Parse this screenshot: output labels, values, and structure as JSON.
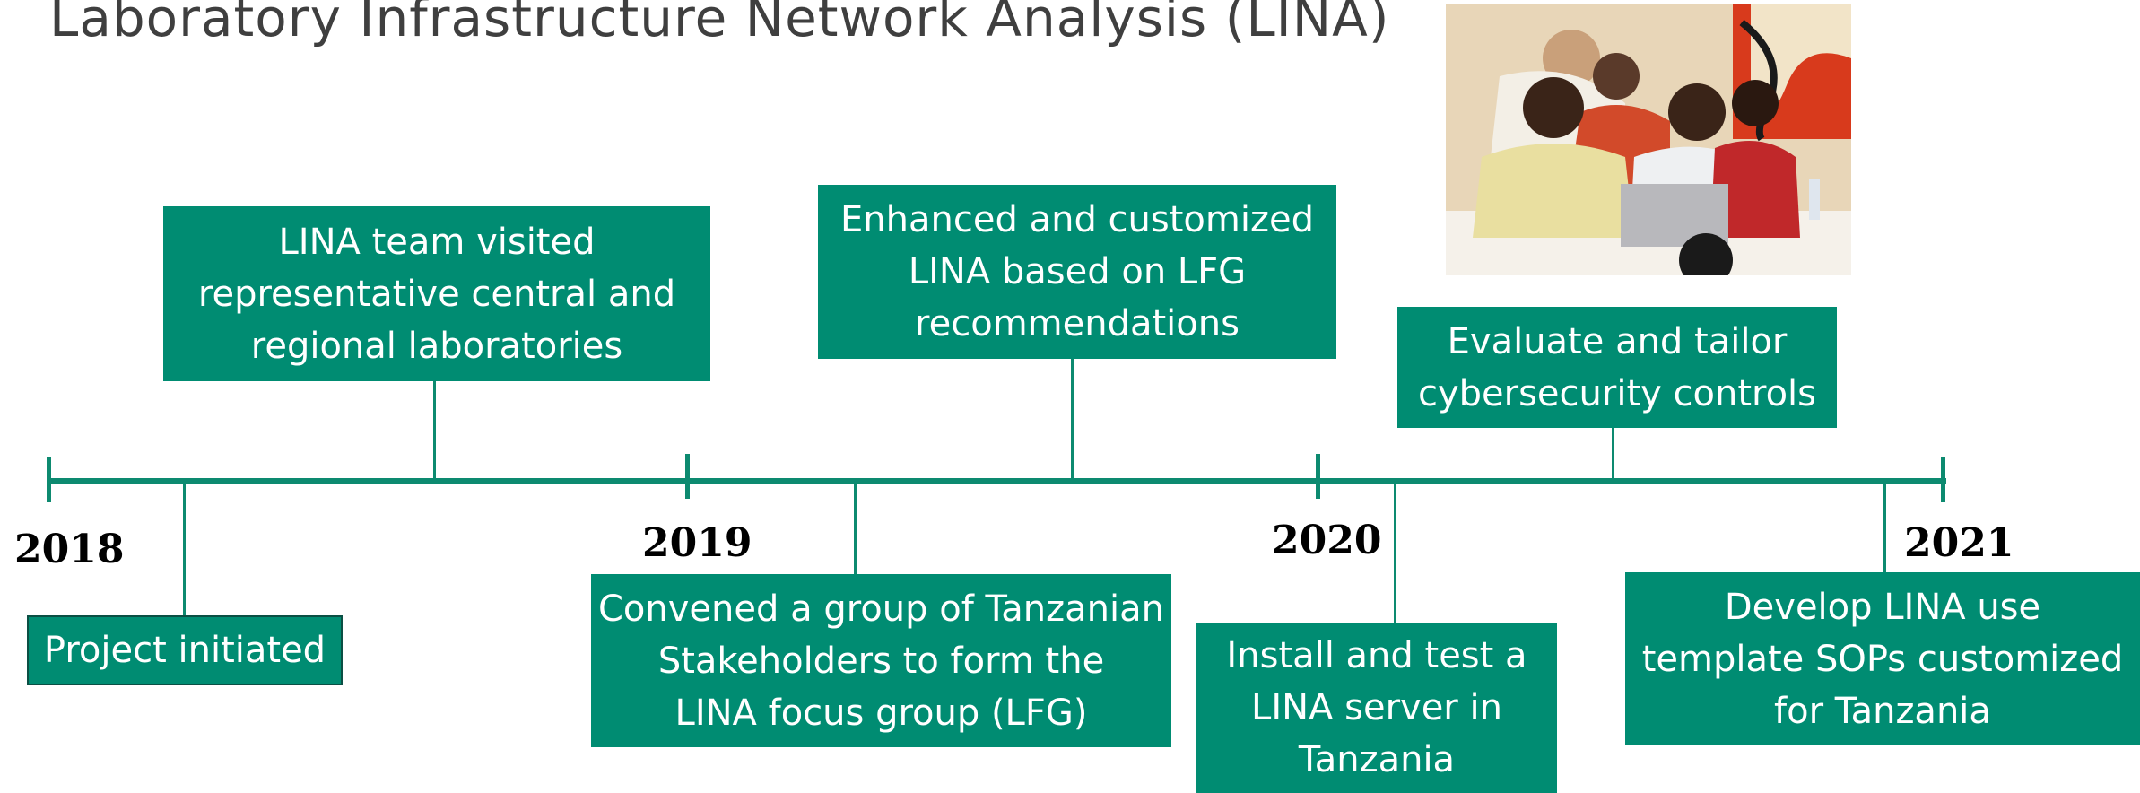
{
  "title": "Laboratory Infrastructure Network Analysis (LINA)",
  "colors": {
    "box": "#008c72",
    "line": "#0d8a70",
    "title": "#3f3f3f",
    "year": "#000000"
  },
  "years": [
    "2018",
    "2019",
    "2020",
    "2021"
  ],
  "events_above": [
    "LINA team visited\nrepresentative central and\nregional laboratories",
    "Enhanced and customized\nLINA based on LFG\nrecommendations",
    "Evaluate and tailor\ncybersecurity controls"
  ],
  "events_below": [
    "Project initiated",
    "Convened a group of Tanzanian\nStakeholders to form the\nLINA focus group (LFG)",
    "Install and test a\nLINA server in\nTanzania",
    "Develop LINA use\ntemplate SOPs customized\nfor Tanzania"
  ]
}
